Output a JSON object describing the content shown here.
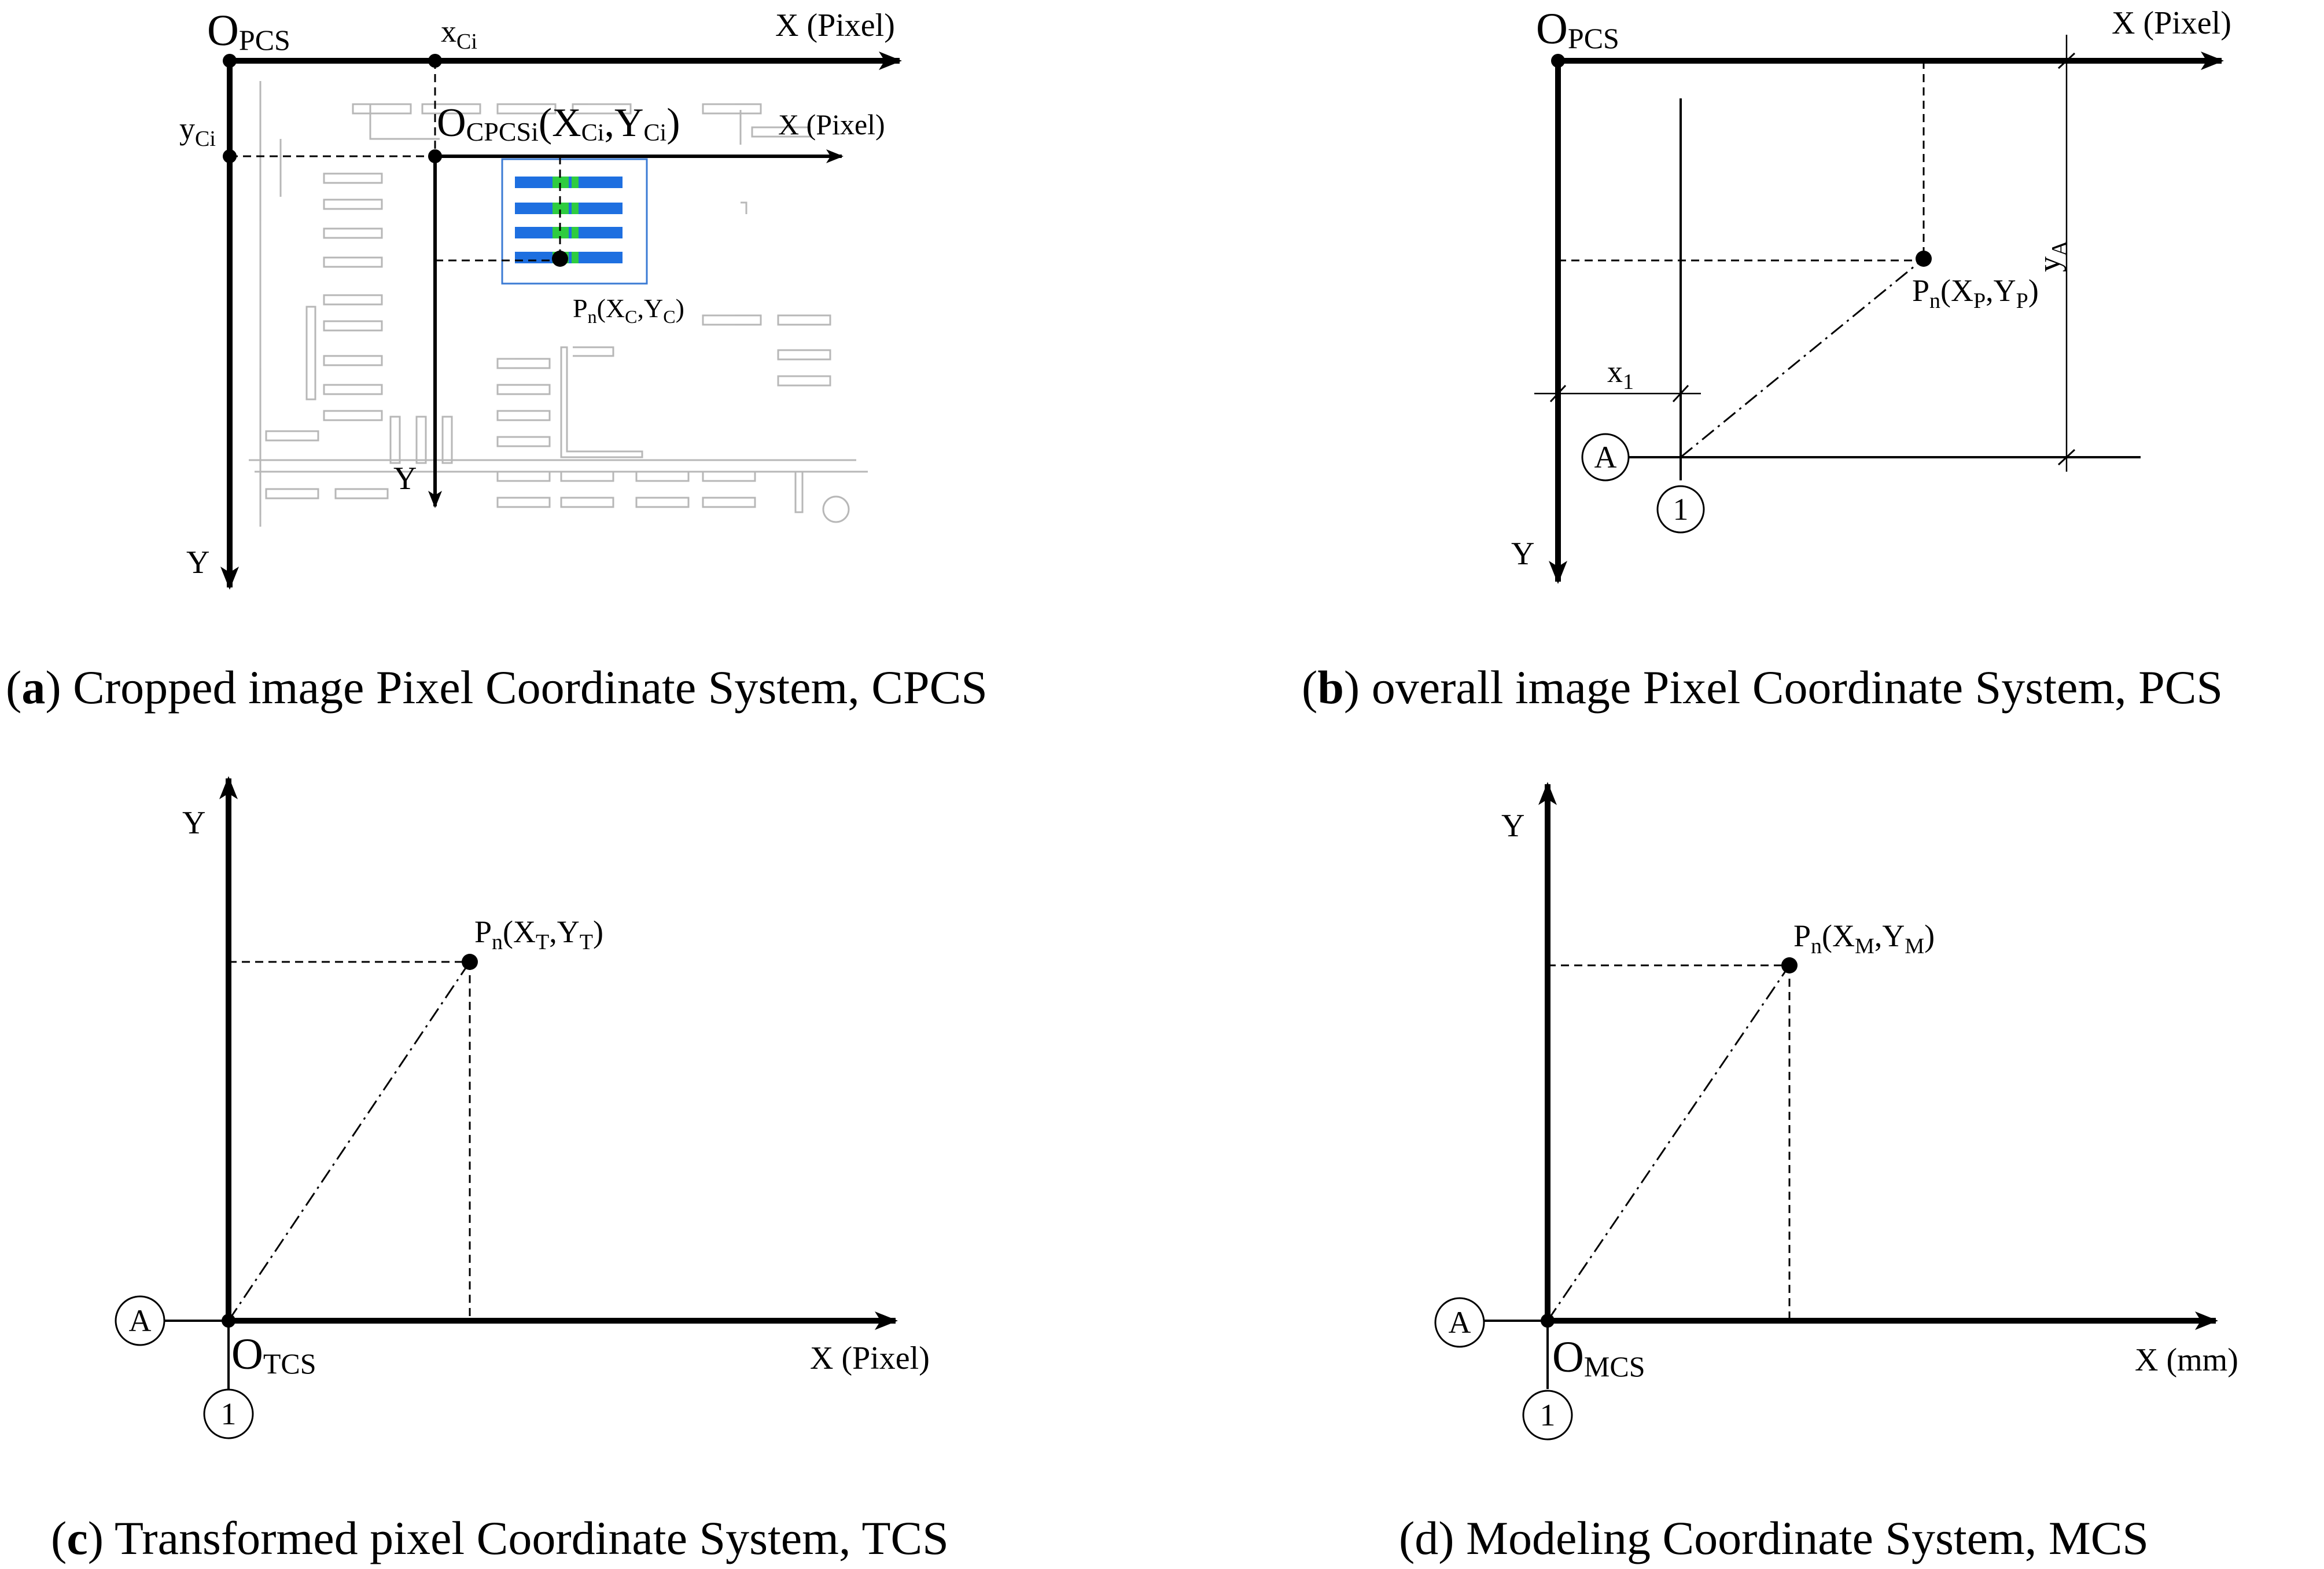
{
  "panels": {
    "a": {
      "caption_letter": "a",
      "caption_text": " Cropped image Pixel Coordinate System, CPCS",
      "origin_main": "O",
      "origin_sub": "PCS",
      "x_axis_label": "X (Pixel)",
      "y_axis_label": "Y",
      "xci_main": "x",
      "xci_sub": "Ci",
      "yci_main": "y",
      "yci_sub": "Ci",
      "crop_origin_main": "O",
      "crop_origin_sub": "CPCSi",
      "crop_origin_coords": "(X",
      "crop_origin_x_sub": "Ci",
      "crop_origin_comma": ",Y",
      "crop_origin_y_sub": "Ci",
      "crop_origin_close": ")",
      "crop_x_axis_label": "X (Pixel)",
      "crop_y_axis_label": "Y",
      "point_main": "P",
      "point_sub": "n",
      "point_coords_open": "(X",
      "point_x_sub": "C",
      "point_comma": ",Y",
      "point_y_sub": "C",
      "point_close": ")"
    },
    "b": {
      "caption_letter": "b",
      "caption_text": " overall image Pixel Coordinate System, PCS",
      "origin_main": "O",
      "origin_sub": "PCS",
      "x_axis_label": "X (Pixel)",
      "y_axis_label": "Y",
      "point_main": "P",
      "point_sub": "n",
      "point_coords_open": "(X",
      "point_x_sub": "P",
      "point_comma": ",Y",
      "point_y_sub": "P",
      "point_close": ")",
      "dim_x_main": "x",
      "dim_x_sub": "1",
      "dim_y_main": "y",
      "dim_y_sub": "A",
      "grid_a": "A",
      "grid_1": "1"
    },
    "c": {
      "caption_letter": "c",
      "caption_text": " Transformed pixel Coordinate System, TCS",
      "origin_main": "O",
      "origin_sub": "TCS",
      "x_axis_label": "X (Pixel)",
      "y_axis_label": "Y",
      "point_main": "P",
      "point_sub": "n",
      "point_coords_open": "(X",
      "point_x_sub": "T",
      "point_comma": ",Y",
      "point_y_sub": "T",
      "point_close": ")",
      "grid_a": "A",
      "grid_1": "1"
    },
    "d": {
      "caption_full": "(d) Modeling Coordinate System, MCS",
      "origin_main": "O",
      "origin_sub": "MCS",
      "x_axis_label": "X (mm)",
      "y_axis_label": "Y",
      "point_main": "P",
      "point_sub": "n",
      "point_coords_open": "(X",
      "point_x_sub": "M",
      "point_comma": ",Y",
      "point_y_sub": "M",
      "point_close": ")",
      "grid_a": "A",
      "grid_1": "1"
    }
  },
  "colors": {
    "ink": "#000000",
    "bar_blue": "#1e6fe0",
    "bar_green": "#2ecc40",
    "crop_box": "#3b7bd4",
    "background_plan": "#9a9a9a"
  }
}
